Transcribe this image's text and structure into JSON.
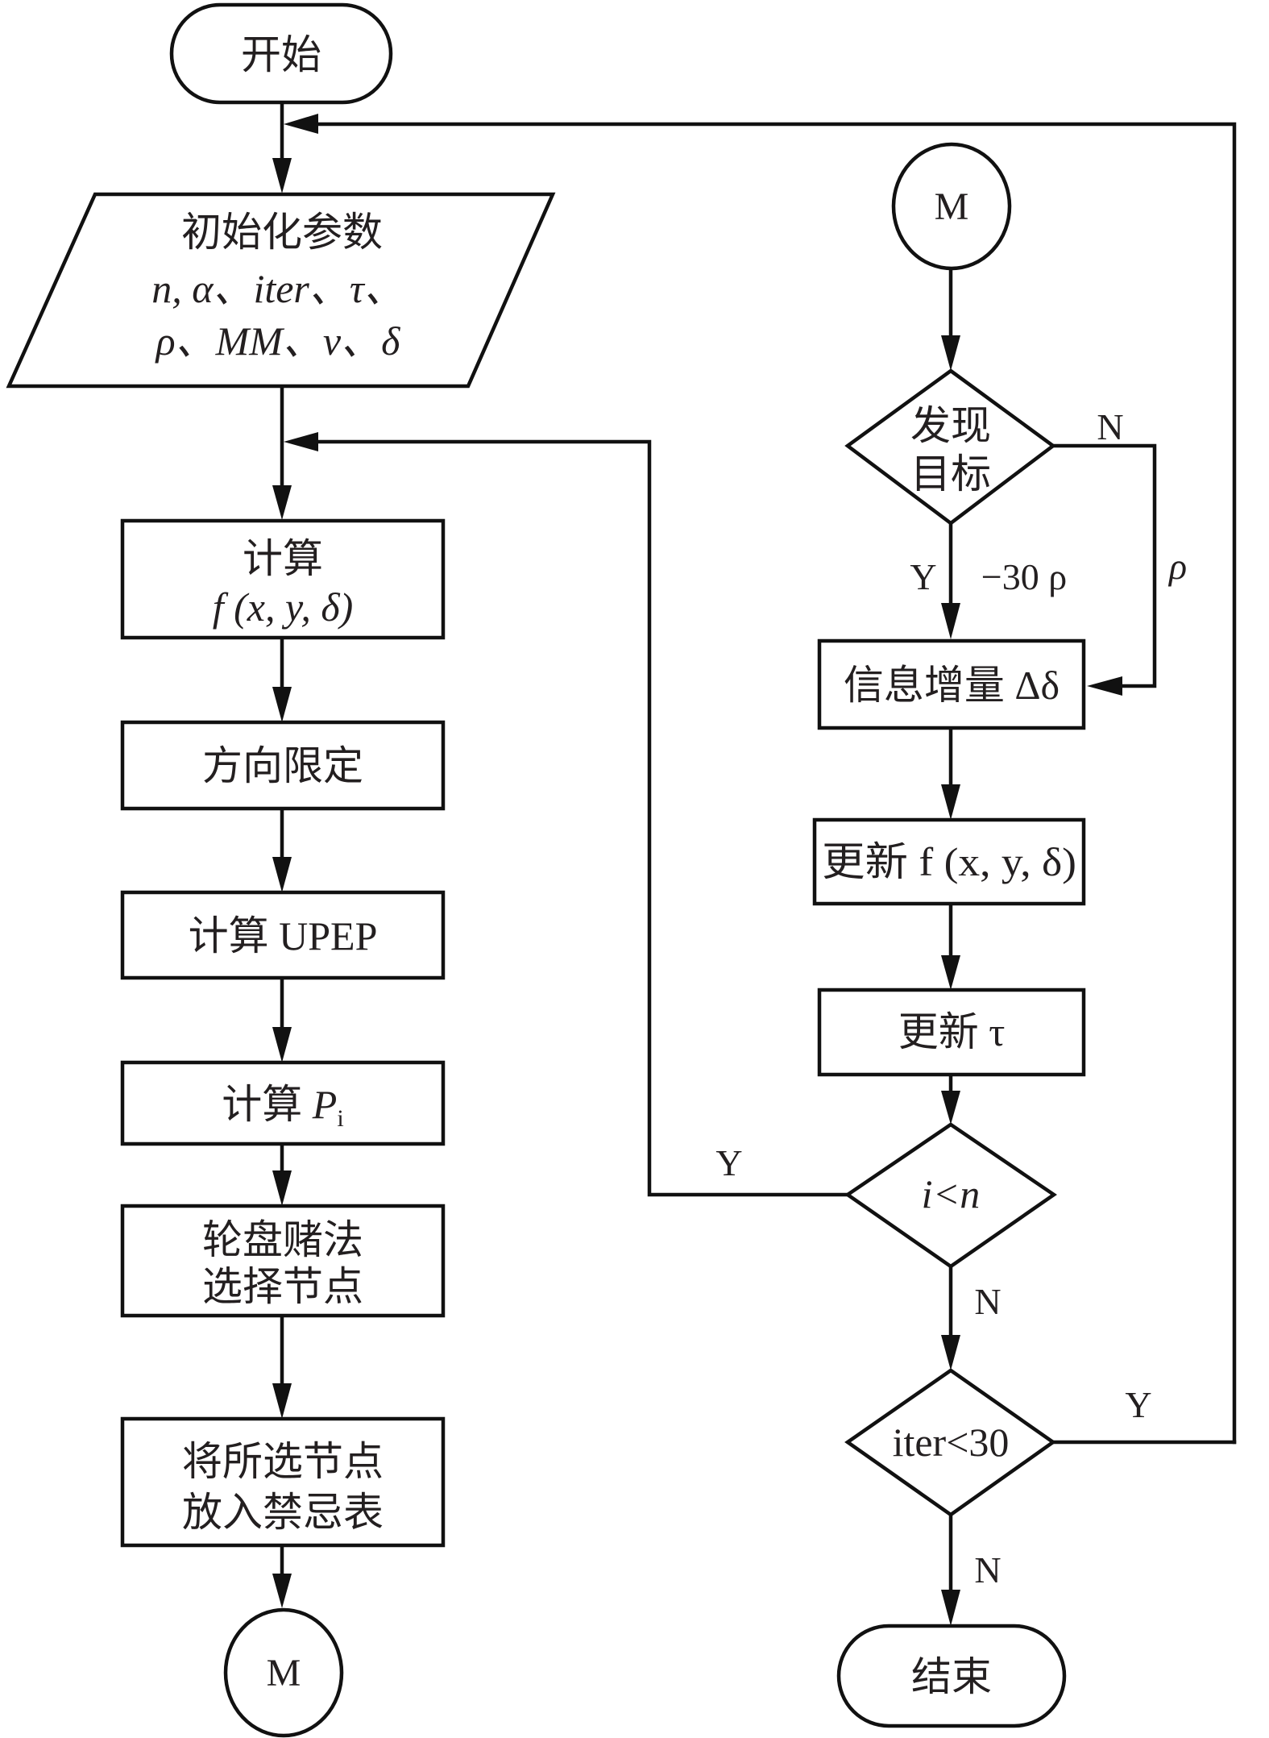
{
  "flowchart": {
    "start": {
      "label": "开始"
    },
    "init_params": {
      "lines": [
        "初始化参数",
        "n, α、iter、τ、",
        "ρ、MM、v、δ"
      ]
    },
    "calc_f": {
      "lines": [
        "计算",
        "f (x, y, δ)"
      ]
    },
    "direction_limit": {
      "label": "方向限定"
    },
    "calc_upep": {
      "label": "计算 UPEP"
    },
    "calc_pi": {
      "prefix": "计算 ",
      "var": "P",
      "sub": "i"
    },
    "roulette": {
      "lines": [
        "轮盘赌法",
        "选择节点"
      ]
    },
    "tabu": {
      "lines": [
        "将所选节点",
        "放入禁忌表"
      ]
    },
    "connector_left": {
      "label": "M"
    },
    "connector_right": {
      "label": "M"
    },
    "find_target": {
      "lines": [
        "发现",
        "目标"
      ]
    },
    "info_increment": {
      "label": "信息增量 Δδ"
    },
    "update_f": {
      "label": "更新 f (x, y, δ)"
    },
    "update_tau": {
      "label": "更新 τ"
    },
    "cond_i": {
      "label": "i<n"
    },
    "cond_iter": {
      "label": "iter<30"
    },
    "end": {
      "label": "结束"
    },
    "edge_labels": {
      "find_yes": "Y",
      "find_yes_value": "−30 ρ",
      "find_no": "N",
      "find_no_value": "ρ",
      "i_yes": "Y",
      "i_no": "N",
      "iter_yes": "Y",
      "iter_no": "N"
    }
  }
}
